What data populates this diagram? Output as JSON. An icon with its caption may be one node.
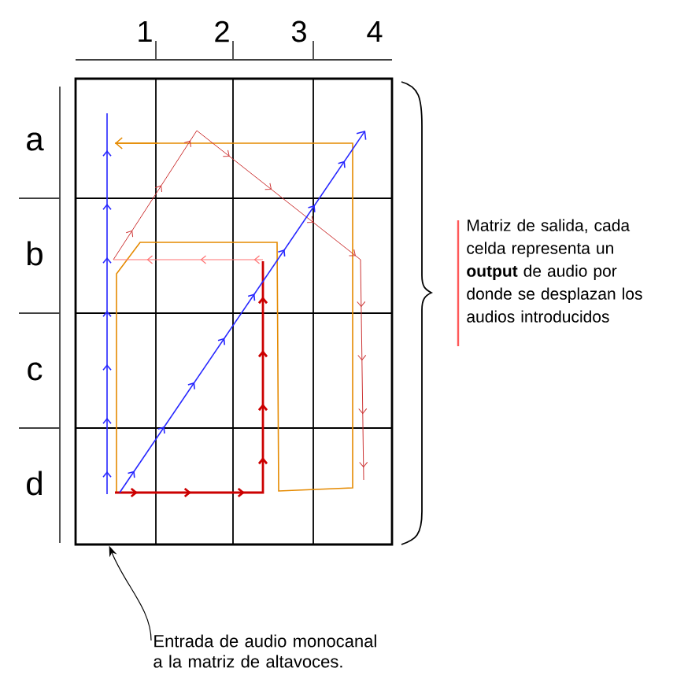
{
  "diagram": {
    "nodes": [
      {
        "text": [],
        "shape": "box"
      },
      {
        "text": [
          "Entrada de audio monocanal a la matriz de altavoces."
        ]
      }
    ],
    "edges": [
      {
        "from": 1,
        "to": 0,
        "arrow": "to"
      }
    ],
    "labels": [
      "1",
      "2",
      "3",
      "4",
      "a",
      "b",
      "c",
      "d",
      "Matriz de salida, cada celda representa un **output** de audio por donde se desplazan los audios introducidos"
    ]
  }
}
